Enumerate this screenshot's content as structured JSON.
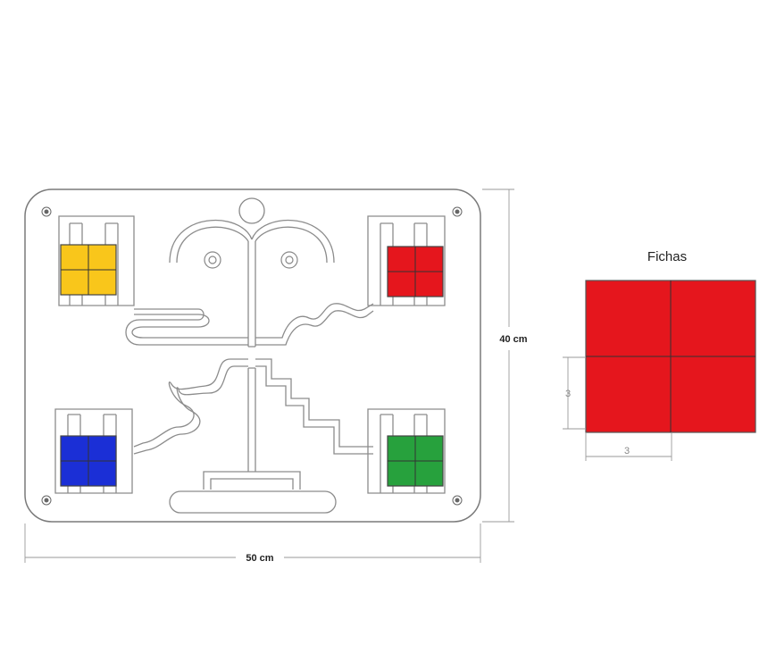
{
  "board": {
    "width_label": "50 cm",
    "height_label": "40 cm"
  },
  "pieces": {
    "title": "Fichas",
    "side_label_vertical": "3",
    "side_label_horizontal": "3"
  },
  "colors": {
    "yellow": "#f9c61b",
    "red": "#e5161d",
    "blue": "#1b2fd6",
    "green": "#27a13d",
    "piece_red": "#e5161d"
  }
}
